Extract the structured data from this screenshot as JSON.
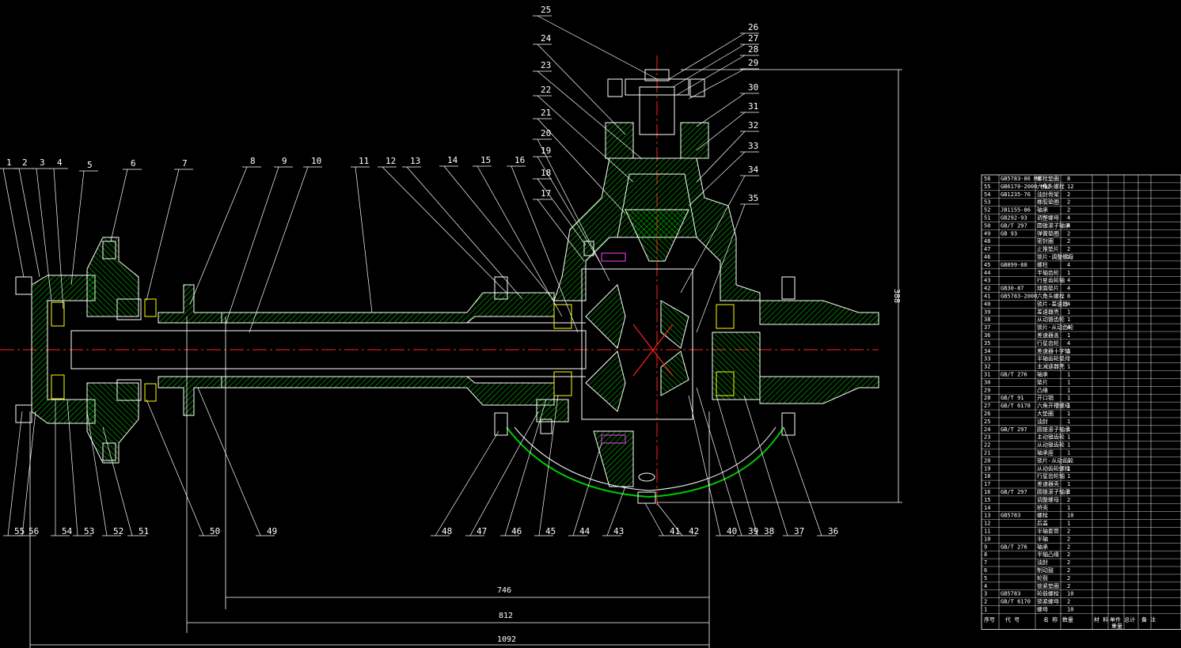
{
  "drawing": {
    "callouts_top": [
      "1",
      "2",
      "3",
      "4",
      "5",
      "6",
      "7",
      "8",
      "9",
      "10",
      "11",
      "12",
      "13",
      "14",
      "15",
      "16",
      "17",
      "18",
      "19",
      "20",
      "21",
      "22",
      "23",
      "24",
      "25",
      "26",
      "27",
      "28",
      "29",
      "30",
      "31",
      "32",
      "33",
      "34",
      "35"
    ],
    "callouts_bottom": [
      "55",
      "56",
      "54",
      "53",
      "52",
      "51",
      "50",
      "49",
      "48",
      "47",
      "46",
      "45",
      "44",
      "43",
      "41",
      "42",
      "40",
      "39",
      "38",
      "37",
      "36"
    ],
    "dimensions": {
      "d746": "746",
      "d812": "812",
      "d1092": "1092",
      "height": "388"
    },
    "colors": {
      "outline": "#ffffff",
      "hatch": "#00c800",
      "centerline": "#ff2020",
      "leader": "#ffffff",
      "detail": "#ffff00",
      "magenta": "#ff40ff"
    }
  },
  "bom": {
    "rows": [
      {
        "no": "56",
        "code": "GB5783-86 M8",
        "name": "螺栓垫圈",
        "qty": "8"
      },
      {
        "no": "55",
        "code": "GB6170-2000 M12",
        "name": "六角头螺栓",
        "qty": "12"
      },
      {
        "no": "54",
        "code": "GB1235-76 ",
        "name": "油封骨架",
        "qty": "2"
      },
      {
        "no": "53",
        "code": "",
        "name": "橡胶垫圈",
        "qty": "2"
      },
      {
        "no": "52",
        "code": "JB1155-86",
        "name": "轴承",
        "qty": "2"
      },
      {
        "no": "51",
        "code": "GB292-93",
        "name": "调整螺母",
        "qty": "4"
      },
      {
        "no": "50",
        "code": "GB/T 297",
        "name": "圆锥滚子轴承",
        "qty": "4"
      },
      {
        "no": "49",
        "code": "GB 93",
        "name": "弹簧垫圈",
        "qty": "2"
      },
      {
        "no": "48",
        "code": "",
        "name": "密封圈",
        "qty": "2"
      },
      {
        "no": "47",
        "code": "",
        "name": "止推垫片",
        "qty": "2"
      },
      {
        "no": "46",
        "code": "",
        "name": "锁片-调整螺母",
        "qty": "2"
      },
      {
        "no": "45",
        "code": "GB899-88",
        "name": "螺柱",
        "qty": "4"
      },
      {
        "no": "44",
        "code": "",
        "name": "半轴齿轮",
        "qty": "1"
      },
      {
        "no": "43",
        "code": "",
        "name": "行星齿轮轴",
        "qty": "4"
      },
      {
        "no": "42",
        "code": "GB30-87",
        "name": "球面垫片",
        "qty": "4"
      },
      {
        "no": "41",
        "code": "GB5783-2000",
        "name": "六角头螺栓",
        "qty": "8"
      },
      {
        "no": "40",
        "code": "",
        "name": "锁片-差速器",
        "qty": "4"
      },
      {
        "no": "39",
        "code": "",
        "name": "差速器壳",
        "qty": "1"
      },
      {
        "no": "38",
        "code": "",
        "name": "从动锥齿轮",
        "qty": "1"
      },
      {
        "no": "37",
        "code": "",
        "name": "锁片-从动齿轮",
        "qty": "4"
      },
      {
        "no": "36",
        "code": "",
        "name": "差速器盖",
        "qty": "1"
      },
      {
        "no": "35",
        "code": "",
        "name": "行星齿轮",
        "qty": "4"
      },
      {
        "no": "34",
        "code": "",
        "name": "差速器十字轴",
        "qty": "1"
      },
      {
        "no": "33",
        "code": "",
        "name": "半轴齿轮垫片",
        "qty": "2"
      },
      {
        "no": "32",
        "code": "",
        "name": "主减速器壳",
        "qty": "1"
      },
      {
        "no": "31",
        "code": "GB/T 276",
        "name": "轴承",
        "qty": "1"
      },
      {
        "no": "30",
        "code": "",
        "name": "垫片",
        "qty": "1"
      },
      {
        "no": "29",
        "code": "",
        "name": "凸缘",
        "qty": "1"
      },
      {
        "no": "28",
        "code": "GB/T 91",
        "name": "开口销",
        "qty": "1"
      },
      {
        "no": "27",
        "code": "GB/T 6178",
        "name": "六角开槽螺母",
        "qty": "1"
      },
      {
        "no": "26",
        "code": "",
        "name": "大垫圈",
        "qty": "1"
      },
      {
        "no": "25",
        "code": "",
        "name": "油封",
        "qty": "1"
      },
      {
        "no": "24",
        "code": "GB/T 297",
        "name": "圆锥滚子轴承",
        "qty": "1"
      },
      {
        "no": "23",
        "code": "",
        "name": "主动锥齿轮",
        "qty": "1"
      },
      {
        "no": "22",
        "code": "",
        "name": "从动锥齿轮",
        "qty": "1"
      },
      {
        "no": "21",
        "code": "",
        "name": "轴承座",
        "qty": "1"
      },
      {
        "no": "20",
        "code": "",
        "name": "锁片-从动齿轮",
        "qty": "1"
      },
      {
        "no": "19",
        "code": "",
        "name": "从动齿轮螺栓",
        "qty": "1"
      },
      {
        "no": "18",
        "code": "",
        "name": "行星齿轮轴",
        "qty": "1"
      },
      {
        "no": "17",
        "code": "",
        "name": "差速器壳",
        "qty": "1"
      },
      {
        "no": "16",
        "code": "GB/T 297",
        "name": "圆锥滚子轴承",
        "qty": "2"
      },
      {
        "no": "15",
        "code": "",
        "name": "调整螺母",
        "qty": "2"
      },
      {
        "no": "14",
        "code": "",
        "name": "桥壳",
        "qty": "1"
      },
      {
        "no": "13",
        "code": "GB5783",
        "name": "螺栓",
        "qty": "10"
      },
      {
        "no": "12",
        "code": "",
        "name": "后盖",
        "qty": "1"
      },
      {
        "no": "11",
        "code": "",
        "name": "半轴套管",
        "qty": "2"
      },
      {
        "no": "10",
        "code": "",
        "name": "半轴",
        "qty": "2"
      },
      {
        "no": "9",
        "code": "GB/T 276",
        "name": "轴承",
        "qty": "2"
      },
      {
        "no": "8",
        "code": "",
        "name": "半轴凸缘",
        "qty": "2"
      },
      {
        "no": "7",
        "code": "",
        "name": "油封",
        "qty": "2"
      },
      {
        "no": "6",
        "code": "",
        "name": "制动鼓",
        "qty": "2"
      },
      {
        "no": "5",
        "code": "",
        "name": "轮毂",
        "qty": "2"
      },
      {
        "no": "4",
        "code": "",
        "name": "锁紧垫圈",
        "qty": "2"
      },
      {
        "no": "3",
        "code": "GB5783",
        "name": "轮毂螺栓",
        "qty": "10"
      },
      {
        "no": "2",
        "code": "GB/T 6170",
        "name": "锁紧螺母",
        "qty": "2"
      },
      {
        "no": "1",
        "code": "",
        "name": "螺母",
        "qty": "10"
      }
    ],
    "header": {
      "no": "序号",
      "code": "代 号",
      "name": "名 称",
      "qty": "数量",
      "material": "材 料",
      "weight": "单件 总计",
      "weight2": "重量",
      "note": "备 注"
    }
  }
}
